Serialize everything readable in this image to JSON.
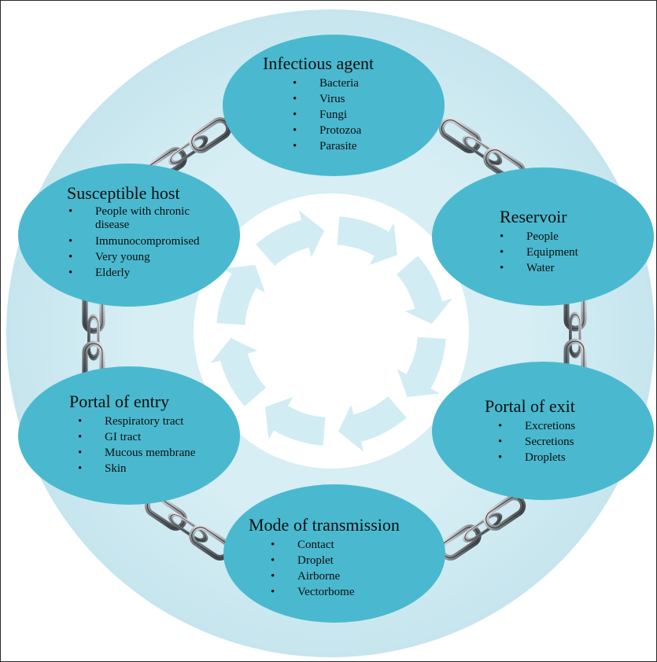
{
  "colors": {
    "outer_ring": "#cde9f0",
    "inner_ring": "#d2ecf3",
    "node_fill": "#4ab9cf",
    "chain_steel": "#8c9196",
    "text": "#0e0e0e"
  },
  "nodes": {
    "infectious_agent": {
      "title": "Infectious agent",
      "items": [
        "Bacteria",
        "Virus",
        "Fungi",
        "Protozoa",
        "Parasite"
      ]
    },
    "reservoir": {
      "title": "Reservoir",
      "items": [
        "People",
        "Equipment",
        "Water"
      ]
    },
    "portal_of_exit": {
      "title": "Portal of exit",
      "items": [
        "Excretions",
        "Secretions",
        "Droplets"
      ]
    },
    "mode_of_transmission": {
      "title": "Mode of transmission",
      "items": [
        "Contact",
        "Droplet",
        "Airborne",
        "Vectorbome"
      ]
    },
    "portal_of_entry": {
      "title": "Portal of entry",
      "items": [
        "Respiratory tract",
        "GI tract",
        "Mucous membrane",
        "Skin"
      ]
    },
    "susceptible_host": {
      "title": "Susceptible host",
      "items": [
        "People with chronic disease",
        "Immunocompromised",
        "Very young",
        "Elderly"
      ]
    }
  },
  "icons": [
    "chain-link-icon",
    "cycle-arrow-icon"
  ]
}
